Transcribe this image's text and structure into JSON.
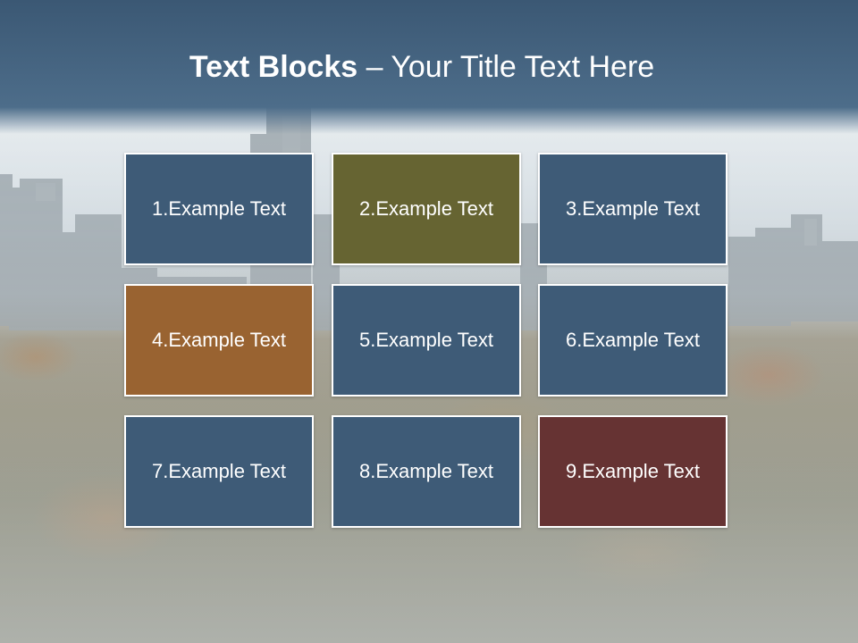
{
  "title": {
    "bold": "Text Blocks",
    "separator": " – ",
    "regular": "Your Title Text Here"
  },
  "blocks": [
    {
      "label": "1.Example Text",
      "color": "#3e5b77"
    },
    {
      "label": "2.Example Text",
      "color": "#666432"
    },
    {
      "label": "3.Example Text",
      "color": "#3e5b77"
    },
    {
      "label": "4.Example Text",
      "color": "#996331"
    },
    {
      "label": "5.Example Text",
      "color": "#3e5b77"
    },
    {
      "label": "6.Example Text",
      "color": "#3e5b77"
    },
    {
      "label": "7.Example Text",
      "color": "#3e5b77"
    },
    {
      "label": "8.Example Text",
      "color": "#3e5b77"
    },
    {
      "label": "9.Example Text",
      "color": "#663333"
    }
  ],
  "colors": {
    "title_band": "#3b5874",
    "block_border": "#ffffff"
  }
}
